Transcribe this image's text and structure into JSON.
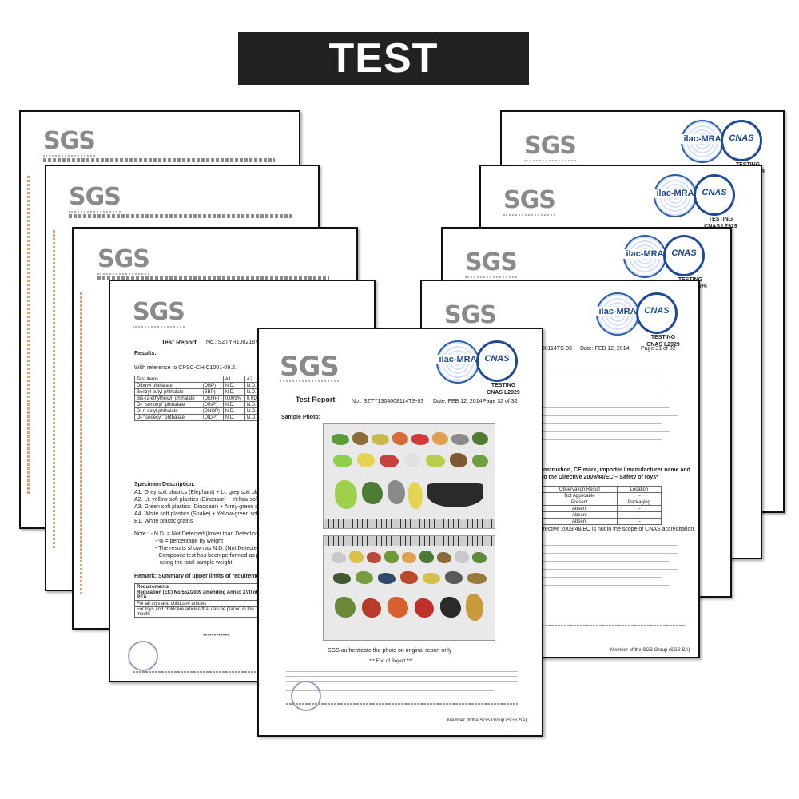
{
  "banner": {
    "title": "TEST REPORT"
  },
  "logo": {
    "text": "SGS"
  },
  "accreditation": {
    "ilac": "ilac-MRA",
    "cnas": "CNAS",
    "testing": "TESTING",
    "lab_no": "CNAS L2929"
  },
  "front": {
    "title": "Test Report",
    "report_no": "No.: SZTY1304008114TS-03",
    "date": "Date: FEB 12, 2014",
    "page": "Page 32 of 32",
    "sample_photo": "Sample Photo:",
    "caption": "SGS authenticate the photo on original report only",
    "end": "*** End of Report ***",
    "member": "Member of the SGS Group (SGS SA)"
  },
  "right_sheet": {
    "report_no": "008114TS-03",
    "date": "Date: FEB 12, 2014",
    "page": "Page 31 of 32",
    "section": "instruction, CE mark, importer / manufacturer name and",
    "section2": "to the Directive 2009/48/EC – Safety of toys*",
    "table_headers": [
      "Observation Result",
      "Location"
    ],
    "table_rows": [
      [
        "Not Applicable",
        "--"
      ],
      [
        "Present",
        "Packaging"
      ],
      [
        "Absent",
        "--"
      ],
      [
        "Absent",
        "--"
      ],
      [
        "Absent",
        "--"
      ]
    ],
    "note": "irective 2009/48/EC is not in the scope of CNAS accreditation.",
    "member": "Member of the SGS Group (SGS SA)"
  },
  "left_sheet": {
    "title": "Test Report",
    "report_no": "No.: SZTYR1002187151",
    "results": "Results:",
    "reference": "With reference to CPSC-CH-C1001-09.2.",
    "table_headers": [
      "Test items",
      "A1",
      "A2"
    ],
    "table_rows": [
      [
        "Dibutyl phthalate",
        "(DBP)",
        "N.D.",
        "N.D."
      ],
      [
        "Benzyl butyl phthalate",
        "(BBP)",
        "N.D.",
        "N.D."
      ],
      [
        "Bis-(2-ethylhexyl) phthalate",
        "(DEHP)",
        "0.009%",
        "0.014"
      ],
      [
        "Di-\"isononyl\" phthalate",
        "(DINP)",
        "N.D.",
        "N.D."
      ],
      [
        "Di-n-octyl phthalate",
        "(DNOP)",
        "N.D.",
        "N.D."
      ],
      [
        "Di-\"isodecyl\" phthalate",
        "(DIDP)",
        "N.D.",
        "N.D."
      ]
    ],
    "specimen": "Specimen Description:",
    "specimen_lines": [
      "A1. Grey soft plastics (Elephant) + Lt. grey soft plastics (Lizard)",
      "A2. Lt. yellow soft plastics (Dinosaur) + Yellow soft plastics (Din",
      "A3. Green soft plastics (Dinosaur) + Army-green soft plastics (Din",
      "A4. White soft plastics (Snake) + Yellow-green soft plastics (Din",
      "B1. White plastic grains"
    ],
    "note_lines": [
      "Note :  - N.D. = Not Detected (lower than Detection Limit)",
      "- % = percentage by weight",
      "- The results shown as N.D. (Not Detected) are ignored",
      "- Composite test has been performed as per client's requ",
      "using the total sample weight."
    ],
    "remark": "Remark: Summary of upper limits of requirements:",
    "req_header": "Requirements",
    "req_row1": "Regulation (EC) No 552/2009 amending Annex XVII of REA",
    "req_row2": "For all toys and childcare articles",
    "req_row3": "For toys and childcare articles that can be placed in the mouth",
    "stars": "************"
  }
}
